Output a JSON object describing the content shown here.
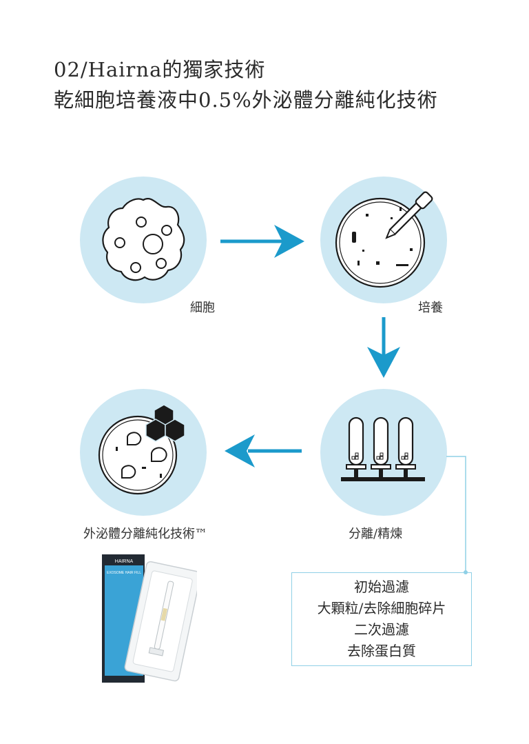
{
  "header": {
    "line1": "02/Hairna的獨家技術",
    "line2": "乾細胞培養液中0.5%外泌體分離純化技術"
  },
  "steps": [
    {
      "label": "細胞"
    },
    {
      "label": "培養"
    },
    {
      "label": "分離/精煉"
    },
    {
      "label": "外泌體分離純化技術™"
    }
  ],
  "process_box": {
    "lines": [
      "初始過濾",
      "大顆粒/去除細胞碎片",
      "二次過濾",
      "去除蛋白質"
    ]
  },
  "product": {
    "brand": "HAIRNA",
    "name": "EXOSOME HAIR FILL"
  },
  "colors": {
    "circle_fill": "#cde8f3",
    "arrow": "#1b9acb",
    "connector": "#8fd0e6",
    "ink": "#1a1a1a"
  }
}
